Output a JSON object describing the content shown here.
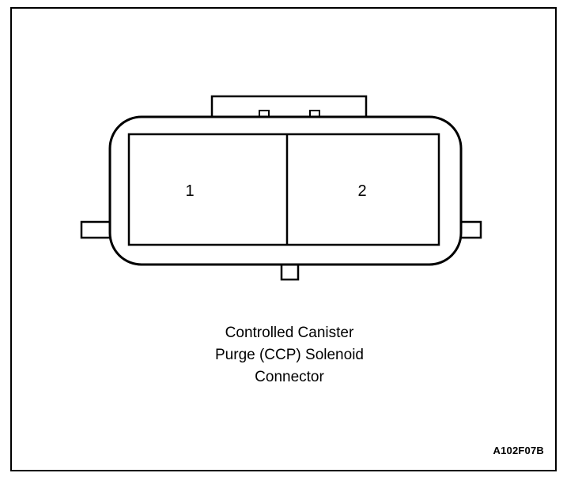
{
  "colors": {
    "line": "#000000",
    "background": "#ffffff"
  },
  "connector": {
    "pins": [
      {
        "label": "1"
      },
      {
        "label": "2"
      }
    ]
  },
  "caption": {
    "lines": [
      "Controlled Canister",
      "Purge (CCP) Solenoid",
      "Connector"
    ]
  },
  "figure_id": "A102F07B"
}
